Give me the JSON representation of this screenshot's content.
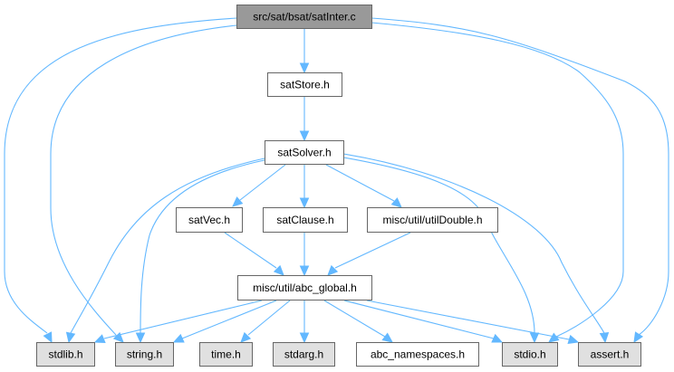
{
  "title": "src/sat/bsat/satInter.c",
  "colors": {
    "root_fill": "#999999",
    "node_fill": "#ffffff",
    "system_fill": "#e0e0e0",
    "border": "#666666",
    "edge": "#63b8ff"
  },
  "nodes": [
    {
      "id": "satInter",
      "label": "src/sat/bsat/satInter.c",
      "kind": "root"
    },
    {
      "id": "satStore",
      "label": "satStore.h",
      "kind": "local"
    },
    {
      "id": "satSolver",
      "label": "satSolver.h",
      "kind": "local"
    },
    {
      "id": "satVec",
      "label": "satVec.h",
      "kind": "local"
    },
    {
      "id": "satClause",
      "label": "satClause.h",
      "kind": "local"
    },
    {
      "id": "utilDouble",
      "label": "misc/util/utilDouble.h",
      "kind": "local"
    },
    {
      "id": "abcGlobal",
      "label": "misc/util/abc_global.h",
      "kind": "local"
    },
    {
      "id": "stdlib",
      "label": "stdlib.h",
      "kind": "system"
    },
    {
      "id": "string",
      "label": "string.h",
      "kind": "system"
    },
    {
      "id": "time",
      "label": "time.h",
      "kind": "system"
    },
    {
      "id": "stdarg",
      "label": "stdarg.h",
      "kind": "system"
    },
    {
      "id": "abcNamespaces",
      "label": "abc_namespaces.h",
      "kind": "local"
    },
    {
      "id": "stdio",
      "label": "stdio.h",
      "kind": "system"
    },
    {
      "id": "assert",
      "label": "assert.h",
      "kind": "system"
    }
  ],
  "edges": [
    {
      "from": "satInter",
      "to": "satStore"
    },
    {
      "from": "satInter",
      "to": "stdlib"
    },
    {
      "from": "satInter",
      "to": "string"
    },
    {
      "from": "satInter",
      "to": "stdio"
    },
    {
      "from": "satInter",
      "to": "assert"
    },
    {
      "from": "satStore",
      "to": "satSolver"
    },
    {
      "from": "satSolver",
      "to": "satVec"
    },
    {
      "from": "satSolver",
      "to": "satClause"
    },
    {
      "from": "satSolver",
      "to": "utilDouble"
    },
    {
      "from": "satSolver",
      "to": "stdlib"
    },
    {
      "from": "satSolver",
      "to": "string"
    },
    {
      "from": "satSolver",
      "to": "stdio"
    },
    {
      "from": "satSolver",
      "to": "assert"
    },
    {
      "from": "satVec",
      "to": "abcGlobal"
    },
    {
      "from": "satClause",
      "to": "abcGlobal"
    },
    {
      "from": "utilDouble",
      "to": "abcGlobal"
    },
    {
      "from": "abcGlobal",
      "to": "stdlib"
    },
    {
      "from": "abcGlobal",
      "to": "string"
    },
    {
      "from": "abcGlobal",
      "to": "time"
    },
    {
      "from": "abcGlobal",
      "to": "stdarg"
    },
    {
      "from": "abcGlobal",
      "to": "abcNamespaces"
    },
    {
      "from": "abcGlobal",
      "to": "stdio"
    },
    {
      "from": "abcGlobal",
      "to": "assert"
    }
  ]
}
